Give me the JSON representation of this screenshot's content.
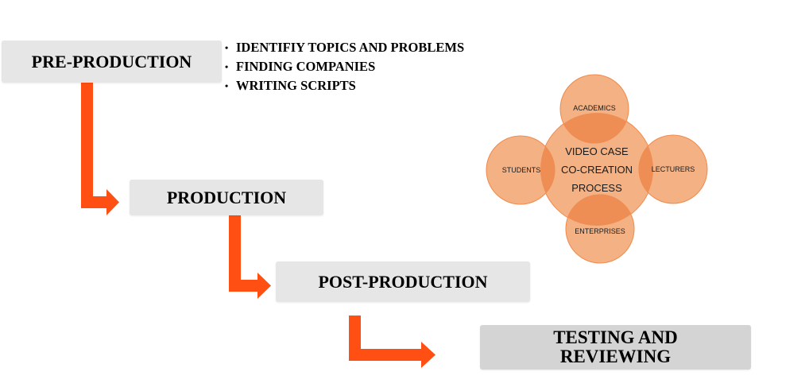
{
  "stages": {
    "pre_production": "PRE-PRODUCTION",
    "production": "PRODUCTION",
    "post_production": "POST-PRODUCTION",
    "testing_line1": "TESTING AND",
    "testing_line2": "REVIEWING"
  },
  "pre_production_tasks": [
    "IDENTIFIY TOPICS AND PROBLEMS",
    "FINDING COMPANIES",
    "WRITING SCRIPTS"
  ],
  "venn": {
    "center_line1": "VIDEO CASE",
    "center_line2": "CO-CREATION",
    "center_line3": "PROCESS",
    "top": "ACADEMICS",
    "left": "STUDENTS",
    "right": "LECTURERS",
    "bottom": "ENTERPRISES"
  },
  "colors": {
    "arrow": "#ff4f12",
    "stage_box": "#e7e6e6",
    "venn_fill": "#f4b183",
    "venn_stroke": "#f08a4b",
    "venn_overlap": "#ee8e55"
  }
}
